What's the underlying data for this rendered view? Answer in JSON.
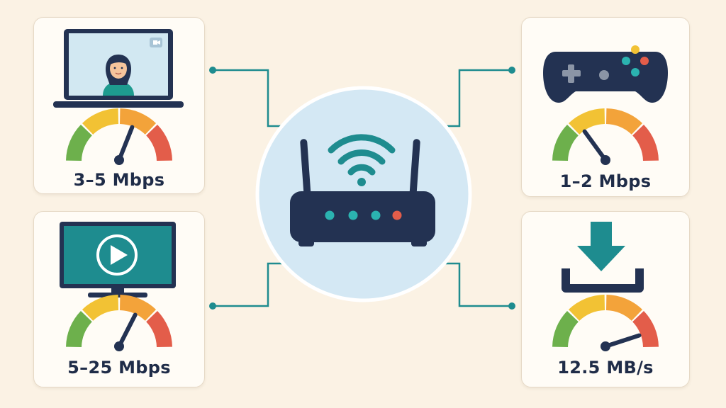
{
  "colors": {
    "background": "#fbf2e4",
    "card": "#fffcf6",
    "navy": "#233252",
    "teal": "#1e8c8f",
    "hub_fill": "#d4e8f4",
    "gauge": [
      "#6db04c",
      "#f2c234",
      "#f3a33a",
      "#e35d4a"
    ]
  },
  "devices": [
    {
      "id": "video-call",
      "icon": "laptop-video-call-icon",
      "bandwidth": "3–5 Mbps",
      "gauge_level": 0.62
    },
    {
      "id": "gaming",
      "icon": "gamepad-icon",
      "bandwidth": "1–2 Mbps",
      "gauge_level": 0.3
    },
    {
      "id": "streaming",
      "icon": "tv-play-icon",
      "bandwidth": "5–25 Mbps",
      "gauge_level": 0.65
    },
    {
      "id": "download",
      "icon": "download-icon",
      "bandwidth": "12.5 MB/s",
      "gauge_level": 0.9
    }
  ],
  "hub": {
    "icon": "wifi-router-icon"
  }
}
